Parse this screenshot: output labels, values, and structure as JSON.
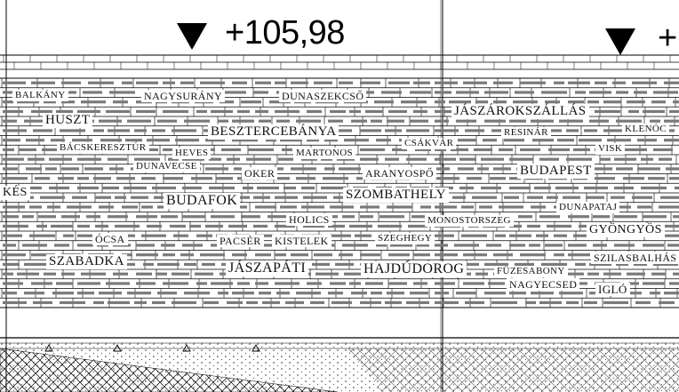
{
  "elevations": [
    {
      "label": "+105,98"
    },
    {
      "label": "+"
    }
  ],
  "towns": [
    {
      "name": "BALKÁNY"
    },
    {
      "name": "NAGYSURÁNY"
    },
    {
      "name": "DUNASZEKCSŐ"
    },
    {
      "name": "JÁSZÁROKSZÁLLÁS"
    },
    {
      "name": "HUSZT"
    },
    {
      "name": "BESZTERCEBÁNYA"
    },
    {
      "name": "RESINÁR"
    },
    {
      "name": "KLENÓC"
    },
    {
      "name": "BÁCSKERESZTÚR"
    },
    {
      "name": "CSÁKVÁR"
    },
    {
      "name": "DUNAVECSE"
    },
    {
      "name": "HEVES"
    },
    {
      "name": "MARTONOS"
    },
    {
      "name": "VISK"
    },
    {
      "name": "OKER"
    },
    {
      "name": "ARANYOSPŐ"
    },
    {
      "name": "BUDAPEST"
    },
    {
      "name": "KÉS"
    },
    {
      "name": "SZOMBATHELY"
    },
    {
      "name": "BUDAFOK"
    },
    {
      "name": "DUNAPATAJ"
    },
    {
      "name": "HOLICS"
    },
    {
      "name": "MONOSTORSZEG"
    },
    {
      "name": "GYÖNGYÖS"
    },
    {
      "name": "ÓCSA"
    },
    {
      "name": "PACSÉR"
    },
    {
      "name": "KISTELEK"
    },
    {
      "name": "SZEGHEGY"
    },
    {
      "name": "SZABADKA"
    },
    {
      "name": "JÁSZAPÁTI"
    },
    {
      "name": "HAJDÚDOROG"
    },
    {
      "name": "FÜZESABONY"
    },
    {
      "name": "SZILASBALHÁS"
    },
    {
      "name": "NAGYECSED"
    },
    {
      "name": "IGLÓ"
    }
  ]
}
